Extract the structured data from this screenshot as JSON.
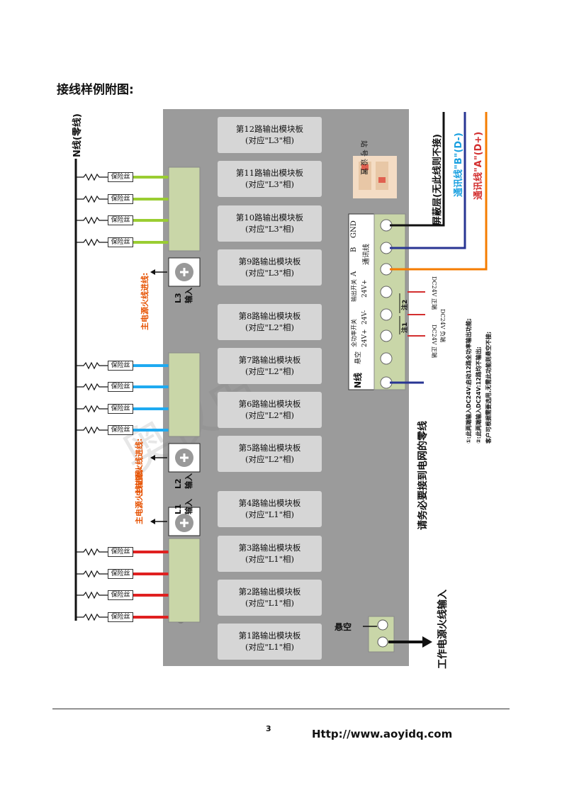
{
  "title": "接线样例附图:",
  "n_line_label": "N线(零线)",
  "fuse_label": "保险丝",
  "modules": [
    {
      "line1": "第12路输出模块板",
      "line2": "(对应\"L3\"相)"
    },
    {
      "line1": "第11路输出模块板",
      "line2": "(对应\"L3\"相)"
    },
    {
      "line1": "第10路输出模块板",
      "line2": "(对应\"L3\"相)"
    },
    {
      "line1": "第9路输出模块板",
      "line2": "(对应\"L3\"相)"
    },
    {
      "line1": "第8路输出模块板",
      "line2": "(对应\"L2\"相)"
    },
    {
      "line1": "第7路输出模块板",
      "line2": "(对应\"L2\"相)"
    },
    {
      "line1": "第6路输出模块板",
      "line2": "(对应\"L2\"相)"
    },
    {
      "line1": "第5路输出模块板",
      "line2": "(对应\"L2\"相)"
    },
    {
      "line1": "第4路输出模块板",
      "line2": "(对应\"L1\"相)"
    },
    {
      "line1": "第3路输出模块板",
      "line2": "(对应\"L1\"相)"
    },
    {
      "line1": "第2路输出模块板",
      "line2": "(对应\"L1\"相)"
    },
    {
      "line1": "第1路输出模块板",
      "line2": "(对应\"L1\"相)"
    }
  ],
  "inputs": {
    "l3": "L3\n输入",
    "l2": "L2\n输入",
    "l1": "L1\n输入",
    "main_fire_l3": "主电源火线进线:",
    "main_fire_l2": "主电源火线进线:",
    "main_fire_l1": "主电源火线进线:"
  },
  "station_set": "站号设置",
  "terminal_labels": [
    "GND",
    "B",
    "A",
    "输出开关",
    "全功率开关",
    "悬空"
  ],
  "terminal_sub": {
    "comm": "通讯线",
    "v24p": "24V+",
    "v24m": "24V-",
    "v24p2": "24V+"
  },
  "n_line_short": "N线",
  "shield": "屏蔽层(无此线则不接)",
  "comm_b": "通讯线\"B\"(D-)",
  "comm_a": "通讯线\"A\"(D+)",
  "dc_pos": "DC24V 正端",
  "dc_neg": "DC24V 负端",
  "dc_pos2": "DC24V 正端",
  "note1": "注1",
  "note2": "注2",
  "note_text": [
    "①:此两端输入DC24V:启动12路全功率输出功能;",
    "②:此两端输入DC24V:12路均不输出;",
    "客户可根据需要选用,无需此功能则悬空不接;"
  ],
  "n_must": "请务必要接到电网的零线",
  "float_label": "悬空",
  "work_power": "工作电源火线输入",
  "page_number": "3",
  "url": "Http://www.aoyidq.com",
  "watermark": "奥仪电",
  "colors": {
    "l3": "#9acd32",
    "l2": "#1eaaf1",
    "l1": "#e02020",
    "shield": "#111111",
    "comm_b": "#283593",
    "comm_a": "#f57c00",
    "orange_text": "#e65100",
    "cyan_text": "#1aa0e0",
    "red_text": "#d32f2f"
  }
}
